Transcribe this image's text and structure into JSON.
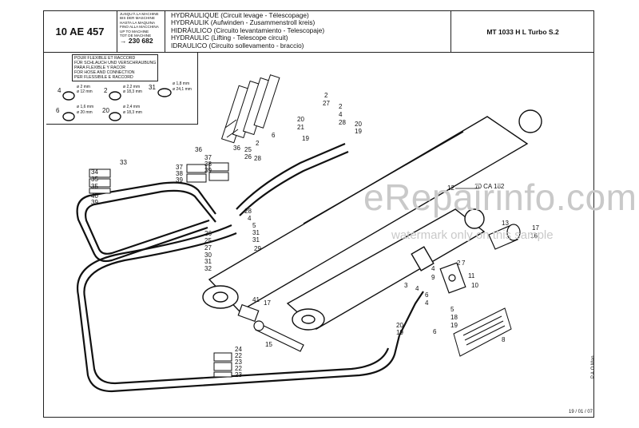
{
  "header": {
    "code": "10 AE 457",
    "validity_lines": [
      "JUSQU'À LA MACHINE",
      "BIS DER MASCHINE",
      "HASTA LA MAQUINA",
      "FINO ALLA MACCHINA",
      "UP TO MACHINE",
      "TOT DE MACHINE"
    ],
    "serial": "230 682",
    "titles": [
      "HYDRAULIQUE (Circuit levage - Télescopage)",
      "HYDRAULIK (Aufwinden - Zusammenstroll kreis)",
      "HIDRÁULICO (Circuito levantamiento - Telescopaje)",
      "HYDRAULIC (Lifting - Telescope circuit)",
      "IDRAULICO (Circuito sollevamento - braccio)"
    ],
    "model": "MT 1033 H L Turbo S.2"
  },
  "legend": {
    "lines": [
      "POUR FLEXIBLE ET RACCORD",
      "FÜR SCHLAUCH UND VERSCHRAUBUNG",
      "PARA FLEXIBLE Y RACOR",
      "FOR HOSE AND CONNECTION",
      "PER FLESSIBILE E RACCORD"
    ],
    "items": [
      {
        "ref": "4",
        "d1": "ø 2 mm",
        "d2": "ø 12 mm"
      },
      {
        "ref": "2",
        "d1": "ø 2,2 mm",
        "d2": "ø 18,3 mm"
      },
      {
        "ref": "31",
        "d1": "ø 1,8 mm",
        "d2": "ø 24,1 mm"
      },
      {
        "ref": "6",
        "d1": "ø 1,6 mm",
        "d2": "ø 20 mm"
      },
      {
        "ref": "20",
        "d1": "ø 2,4 mm",
        "d2": "ø 18,3 mm"
      }
    ]
  },
  "labels": {
    "l12": "12",
    "l10ca": "10 CA 182"
  },
  "watermark": {
    "brand": "eRepairinfo.com",
    "note": "watermark only on this sample"
  },
  "footer": {
    "date": "19 / 01 / 07",
    "pao": "P.A.O Man"
  }
}
